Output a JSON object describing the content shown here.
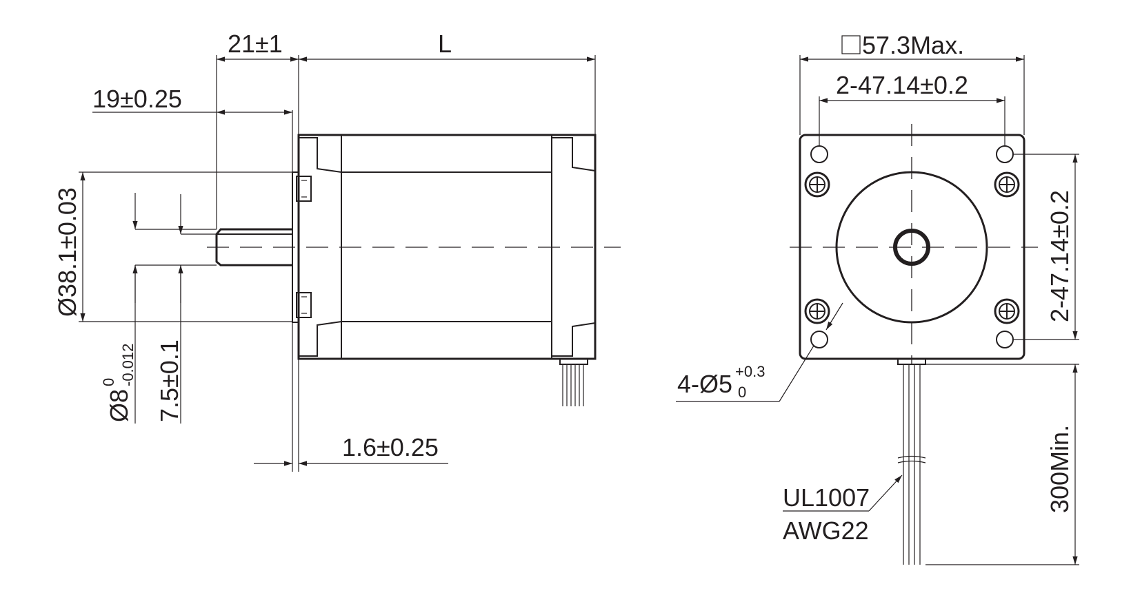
{
  "side_view": {
    "dim_shaft_total": "21±1",
    "dim_length": "L",
    "dim_shaft_flat": "19±0.25",
    "dim_boss_diameter": "Ø38.1±0.03",
    "dim_shaft_diameter": "Ø8",
    "dim_shaft_diameter_tol_upper": "0",
    "dim_shaft_diameter_tol_lower": "-0.012",
    "dim_flat_depth": "7.5±0.1",
    "dim_boss_height": "1.6±0.25"
  },
  "front_view": {
    "dim_flange_square": "57.3Max.",
    "dim_hole_spacing_h": "2-47.14±0.2",
    "dim_hole_spacing_v": "2-47.14±0.2",
    "dim_holes": "4-Ø5",
    "dim_holes_tol_upper": "+0.3",
    "dim_holes_tol_lower": "0",
    "dim_lead_length": "300Min.",
    "lead_wire_type": "UL1007",
    "lead_wire_gauge": "AWG22"
  }
}
